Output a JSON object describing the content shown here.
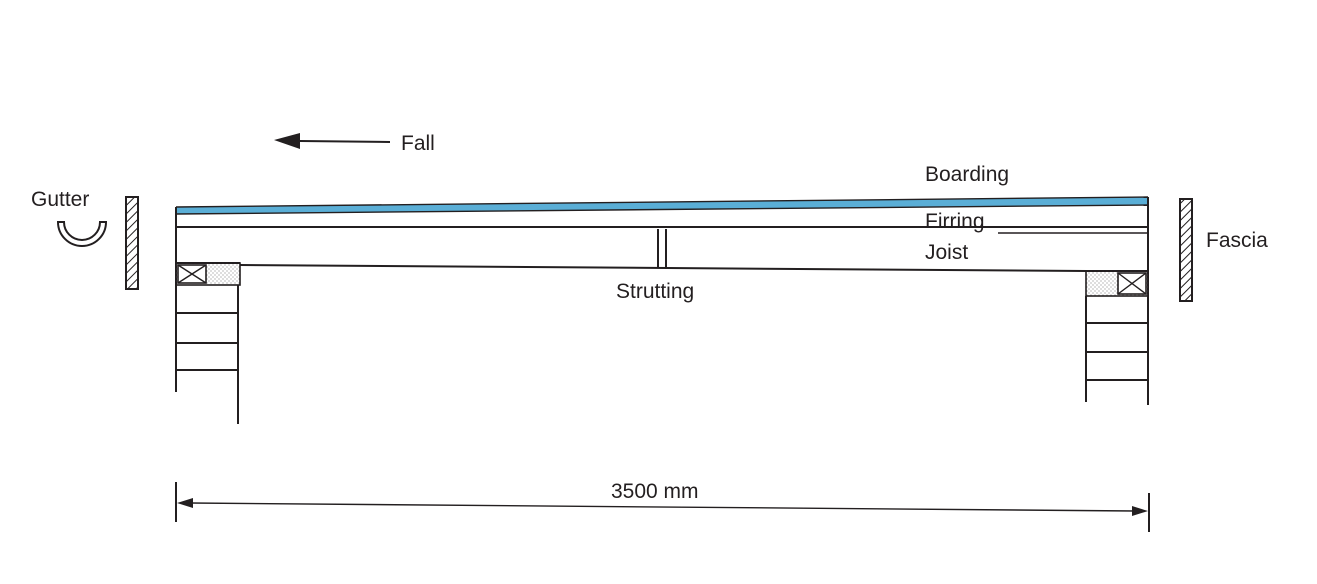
{
  "labels": {
    "fall": "Fall",
    "boarding": "Boarding",
    "firring": "Firring",
    "joist": "Joist",
    "gutter": "Gutter",
    "fascia": "Fascia",
    "strutting": "Strutting",
    "span": "3500 mm"
  },
  "colors": {
    "line": "#231f20",
    "boarding_highlight": "#5aaed6",
    "hatch": "#231f20",
    "stipple": "#8a8a8a"
  }
}
